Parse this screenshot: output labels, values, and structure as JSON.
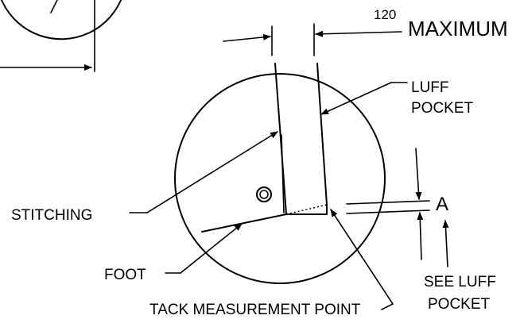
{
  "labels": {
    "dimension_value": "120",
    "maximum": "MAXIMUM",
    "luff_pocket_line1": "LUFF",
    "luff_pocket_line2": "POCKET",
    "stitching": "STITCHING",
    "foot": "FOOT",
    "tack_measurement_point": "TACK MEASUREMENT POINT",
    "dimension_a": "A",
    "see_luff_line1": "SEE LUFF",
    "see_luff_line2": "POCKET"
  }
}
